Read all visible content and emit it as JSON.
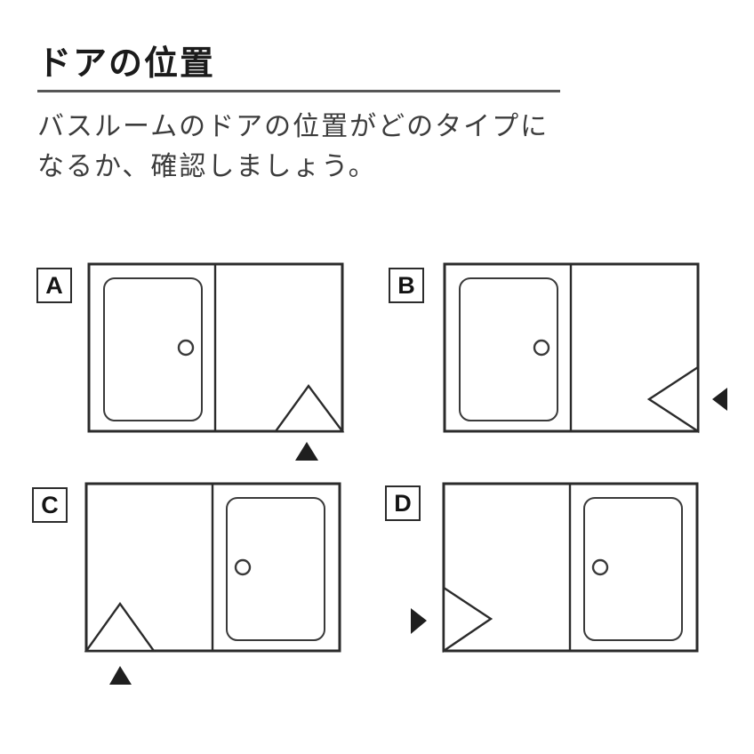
{
  "header": {
    "title": "ドアの位置",
    "description_line1": "バスルームのドアの位置がどのタイプに",
    "description_line2": "なるか、確認しましょう。"
  },
  "colors": {
    "background": "#ffffff",
    "title_text": "#1b1b1b",
    "body_text": "#3c3c3c",
    "rule": "#565656",
    "line": "#2b2b2b",
    "bath_line": "#3a3a3a",
    "arrow_fill": "#1f1f1f"
  },
  "diagrams": [
    {
      "label": "A",
      "bath_side": "left",
      "door_position": "bottom-right",
      "arrow_icon": "up-arrow-icon",
      "arrow_direction": "up",
      "arrow_side": "bottom"
    },
    {
      "label": "B",
      "bath_side": "left",
      "door_position": "right-bottom",
      "arrow_icon": "left-arrow-icon",
      "arrow_direction": "left",
      "arrow_side": "right"
    },
    {
      "label": "C",
      "bath_side": "right",
      "door_position": "bottom-left",
      "arrow_icon": "up-arrow-icon",
      "arrow_direction": "up",
      "arrow_side": "bottom"
    },
    {
      "label": "D",
      "bath_side": "right",
      "door_position": "left-bottom",
      "arrow_icon": "right-arrow-icon",
      "arrow_direction": "right",
      "arrow_side": "left"
    }
  ]
}
